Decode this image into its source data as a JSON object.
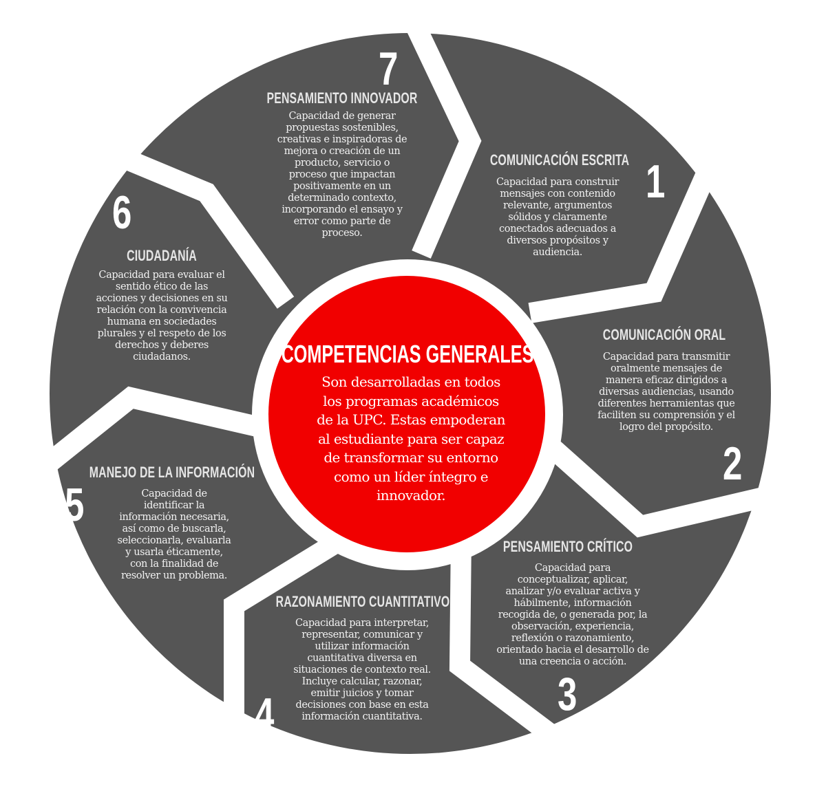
{
  "colors": {
    "segment": "#555555",
    "center": "#f10000",
    "gap": "#ffffff"
  },
  "center": {
    "title": "COMPETENCIAS GENERALES",
    "body": "Son desarrolladas en todos\nlos programas académicos\nde la UPC. Estas empoderan\nal estudiante para ser capaz\nde transformar su entorno\ncomo un líder íntegro e\ninnovador."
  },
  "segments": [
    {
      "number": "1",
      "title": "COMUNICACIÓN ESCRITA",
      "body": "Capacidad para construir\nmensajes con contenido\nrelevante, argumentos\nsólidos y claramente\nconectados adecuados a\ndiversos propósitos y\naudiencia."
    },
    {
      "number": "2",
      "title": "COMUNICACIÓN ORAL",
      "body": "Capacidad para transmitir\noralmente mensajes de\nmanera eficaz dirigidos a\ndiversas audiencias, usando\ndiferentes herramientas que\nfaciliten su comprensión y el\nlogro del propósito."
    },
    {
      "number": "3",
      "title": "PENSAMIENTO CRÍTICO",
      "body": "Capacidad para\nconceptualizar, aplicar,\nanalizar y/o evaluar activa y\nhábilmente,  información\nrecogida de, o generada por, la\nobservación, experiencia,\nreflexión o razonamiento,\norientado hacia el desarrollo de\nuna creencia o acción."
    },
    {
      "number": "4",
      "title": "RAZONAMIENTO CUANTITATIVO",
      "body": "Capacidad para  interpretar,\nrepresentar, comunicar y\nutilizar  información\ncuantitativa diversa en\nsituaciones de contexto real.\nIncluye  calcular, razonar,\nemitir juicios y tomar\ndecisiones con base en esta\ninformación cuantitativa."
    },
    {
      "number": "5",
      "title": "MANEJO DE LA INFORMACIÓN",
      "body": "Capacidad de\nidentificar la\ninformación necesaria,\nasí como de buscarla,\nseleccionarla, evaluarla\ny usarla éticamente,\ncon la finalidad de\nresolver un problema."
    },
    {
      "number": "6",
      "title": "CIUDADANÍA",
      "body": "Capacidad para evaluar el\nsentido ético de las\nacciones y decisiones en su\nrelación con la convivencia\nhumana en sociedades\nplurales y el respeto de los\nderechos y deberes\nciudadanos."
    },
    {
      "number": "7",
      "title": "PENSAMIENTO INNOVADOR",
      "body": "Capacidad de generar\npropuestas sostenibles,\ncreativas e inspiradoras de\nmejora o creación de un\nproducto, servicio o\nproceso que impactan\npositivamente en un\ndeterminado contexto,\nincorporando el ensayo y\nerror como parte de\nproceso."
    }
  ]
}
